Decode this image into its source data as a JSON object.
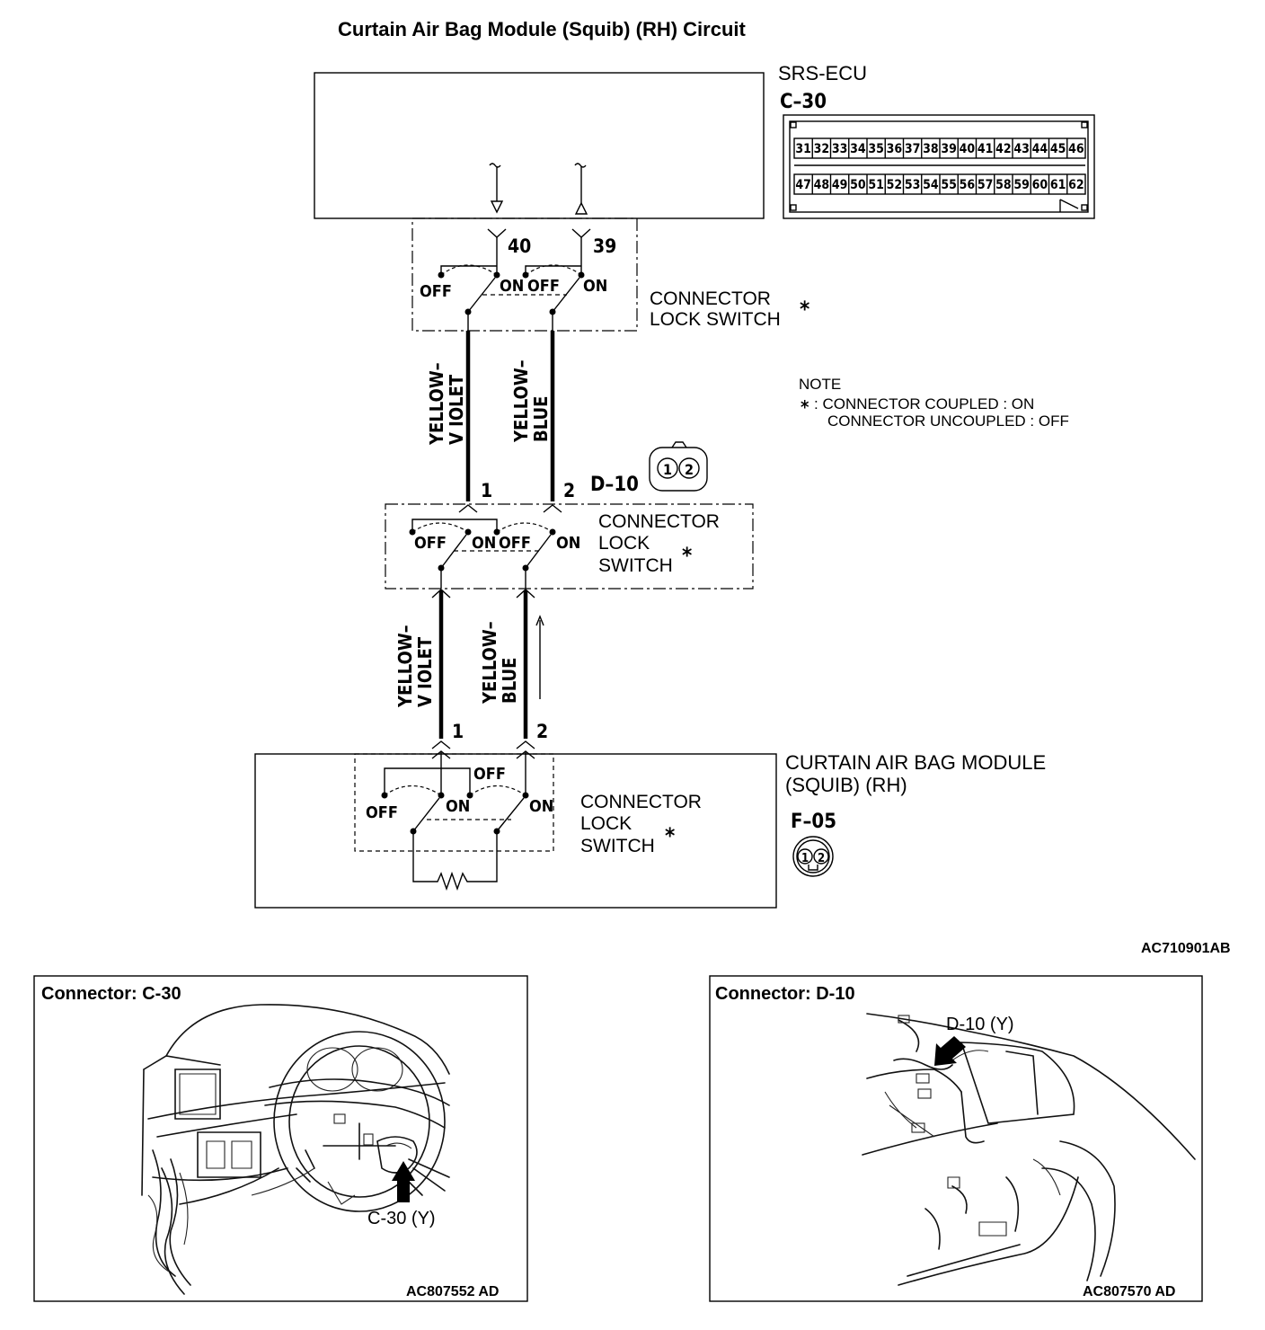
{
  "title": "Curtain Air Bag Module (Squib) (RH) Circuit",
  "ecu": {
    "name": "SRS-ECU",
    "connector_id": "C–30",
    "pins_top": [
      "31",
      "32",
      "33",
      "34",
      "35",
      "36",
      "37",
      "38",
      "39",
      "40",
      "41",
      "42",
      "43",
      "44",
      "45",
      "46"
    ],
    "pins_bottom": [
      "47",
      "48",
      "49",
      "50",
      "51",
      "52",
      "53",
      "54",
      "55",
      "56",
      "57",
      "58",
      "59",
      "60",
      "61",
      "62"
    ],
    "pin_left": "40",
    "pin_right": "39"
  },
  "switch_labels": {
    "off": "OFF",
    "on": "ON",
    "connector_lock_switch_1": "CONNECTOR",
    "connector_lock_switch_2": "LOCK SWITCH",
    "connector_lock_switch_2a": "LOCK",
    "connector_lock_switch_3": "SWITCH",
    "asterisk": "*"
  },
  "wires": {
    "left_top": "YELLOW–",
    "left_bottom": "V IOLET",
    "right_top": "YELLOW–",
    "right_bottom": "BLUE"
  },
  "middle_connector": {
    "id": "D–10",
    "pin1": "1",
    "pin2": "2",
    "face_pins": [
      "1",
      "2"
    ]
  },
  "module": {
    "name_line1": "CURTAIN AIR BAG MODULE",
    "name_line2": "(SQUIB) (RH)",
    "connector_id": "F–05",
    "pin1": "1",
    "pin2": "2",
    "face_pins": [
      "1",
      "2"
    ]
  },
  "note": {
    "heading": "NOTE",
    "marker": "*",
    "line1": ": CONNECTOR COUPLED : ON",
    "line2": "CONNECTOR UNCOUPLED : OFF"
  },
  "diagram_code": "AC710901AB",
  "panel_left": {
    "title": "Connector: C-30",
    "callout": "C-30 (Y)",
    "code": "AC807552 AD"
  },
  "panel_right": {
    "title": "Connector: D-10",
    "callout": "D-10 (Y)",
    "code": "AC807570 AD"
  }
}
